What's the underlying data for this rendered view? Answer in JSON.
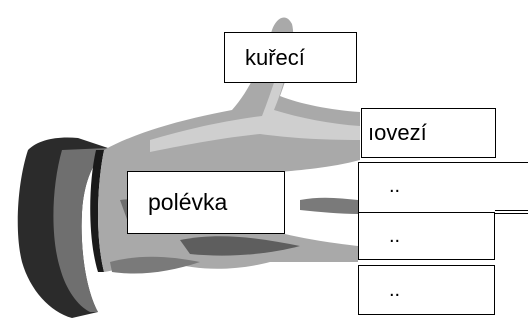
{
  "labels": {
    "chicken": "kuřecí",
    "beef": "ıovezí",
    "soup": "polévka",
    "placeholder_1": "..",
    "placeholder_2": "..",
    "placeholder_3": ".."
  },
  "colors": {
    "sleeve_dark": "#2b2b2b",
    "skin_mid": "#8c8c8c",
    "skin_light": "#bdbdbd",
    "outline": "#000000"
  },
  "icons": {
    "hand": "pointing-hand-clipart"
  }
}
